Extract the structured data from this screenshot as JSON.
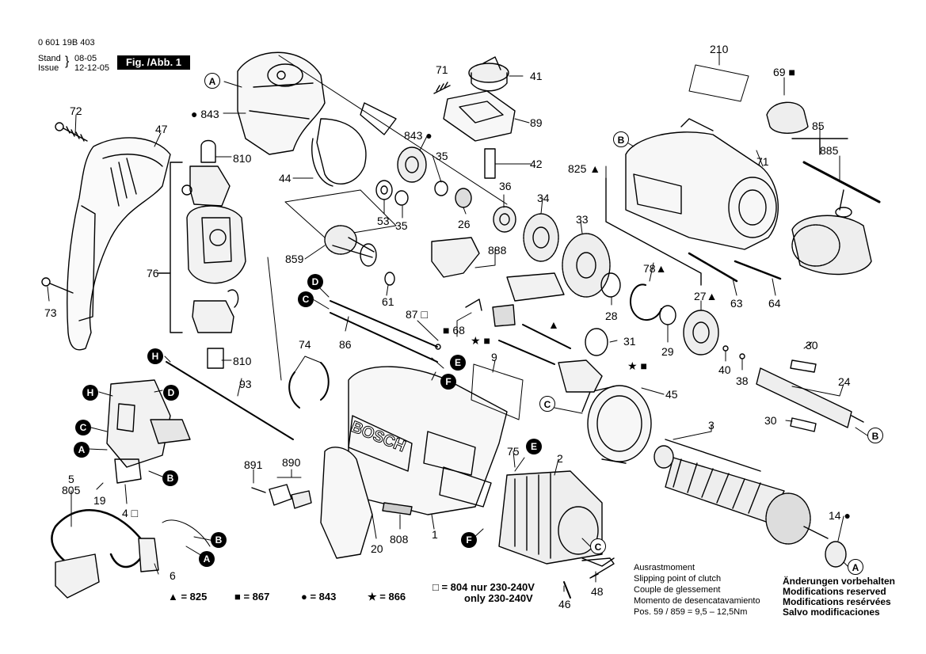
{
  "header": {
    "doc_number": "0 601 19B 403",
    "stand_label": "Stand",
    "issue_label": "Issue",
    "stand_date": "08-05",
    "issue_date": "12-12-05",
    "figure_tag": "Fig. /Abb. 1"
  },
  "parts": {
    "p72": "72",
    "p47": "47",
    "p73": "73",
    "p76": "76",
    "p810a": "810",
    "p810b": "810",
    "p843a": "843",
    "p44": "44",
    "p843b": "843",
    "p35a": "35",
    "p53": "53",
    "p35b": "35",
    "p71a": "71",
    "p41": "41",
    "p89": "89",
    "p42": "42",
    "p36": "36",
    "p26": "26",
    "p34": "34",
    "p33": "33",
    "p859": "859",
    "p61": "61",
    "p888": "888",
    "p87": "87",
    "p86": "86",
    "p68": "68",
    "p93": "93",
    "p74": "74",
    "p9": "9",
    "p210": "210",
    "p69": "69",
    "p85": "85",
    "p885": "885",
    "p825": "825",
    "p71b": "71",
    "p78": "78",
    "p27": "27",
    "p63": "63",
    "p64": "64",
    "p28": "28",
    "p29": "29",
    "p31": "31",
    "p30a": "30",
    "p40": "40",
    "p38": "38",
    "p24": "24",
    "p30b": "30",
    "p45": "45",
    "p3": "3",
    "p2": "2",
    "p75": "75",
    "p14": "14",
    "p5": "5",
    "p805": "805",
    "p19": "19",
    "p4": "4",
    "p6": "6",
    "p891": "891",
    "p890": "890",
    "p20": "20",
    "p808": "808",
    "p1": "1",
    "p46": "46",
    "p48": "48"
  },
  "callouts": {
    "A": "A",
    "B": "B",
    "C": "C",
    "D": "D",
    "E": "E",
    "F": "F",
    "H": "H"
  },
  "brand_on_housing": "BOSCH",
  "legend": {
    "triangle": "▲ = 825",
    "square": "■ = 867",
    "circle": "● = 843",
    "star": "★ = 866",
    "box_note_line1": "□ = 804 nur 230-240V",
    "box_note_line2": "only 230-240V"
  },
  "clutch_note": [
    "Ausrastmoment",
    "Slipping point of clutch",
    "Couple de glessement",
    "Momento de desencatavamiento",
    "Pos.  59 / 859  =  9,5 – 12,5Nm"
  ],
  "reserved_note": [
    "Änderungen vorbehalten",
    "Modifications reserved",
    "Modifications resérvées",
    "Salvo modificaciones"
  ]
}
